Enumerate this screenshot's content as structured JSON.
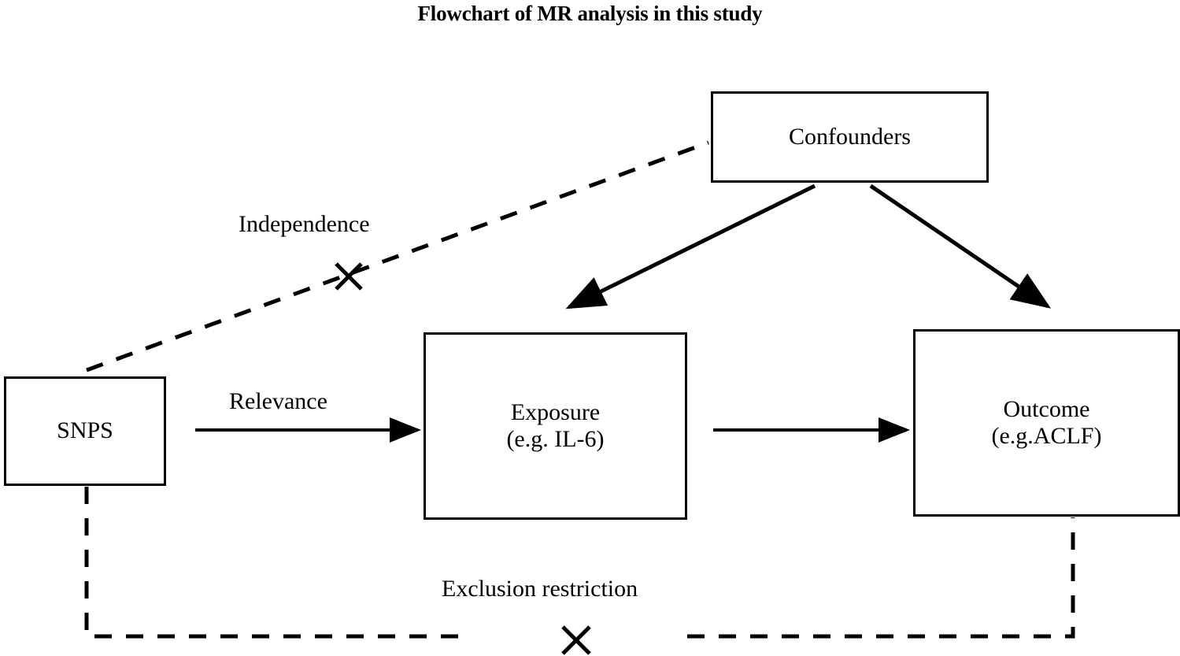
{
  "figure": {
    "title": "Flowchart of MR analysis in this study",
    "background_color": "#ffffff",
    "line_color": "#000000"
  },
  "nodes": [
    {
      "id": "confounders",
      "lines": [
        "Confounders"
      ]
    },
    {
      "id": "snps",
      "lines": [
        "SNPS"
      ]
    },
    {
      "id": "exposure",
      "lines": [
        "Exposure",
        "(e.g. IL-6)"
      ]
    },
    {
      "id": "outcome",
      "lines": [
        "Outcome",
        "(e.g.ACLF)"
      ]
    }
  ],
  "edge_labels": {
    "independence": "Independence",
    "relevance": "Relevance",
    "exclusion": "Exclusion restriction"
  },
  "markers": {
    "cross_independence": "x-mark",
    "cross_exclusion": "x-mark"
  },
  "edges": [
    {
      "from": "snps",
      "to": "confounders",
      "style": "dashed",
      "arrow": false,
      "violated": true,
      "label": "Independence"
    },
    {
      "from": "snps",
      "to": "exposure",
      "style": "solid",
      "arrow": true,
      "violated": false,
      "label": "Relevance"
    },
    {
      "from": "exposure",
      "to": "outcome",
      "style": "solid",
      "arrow": true,
      "violated": false,
      "label": ""
    },
    {
      "from": "confounders",
      "to": "exposure",
      "style": "solid",
      "arrow": true,
      "violated": false,
      "label": ""
    },
    {
      "from": "confounders",
      "to": "outcome",
      "style": "solid",
      "arrow": true,
      "violated": false,
      "label": ""
    },
    {
      "from": "snps",
      "to": "outcome",
      "style": "dashed",
      "arrow": false,
      "violated": true,
      "label": "Exclusion restriction"
    }
  ]
}
